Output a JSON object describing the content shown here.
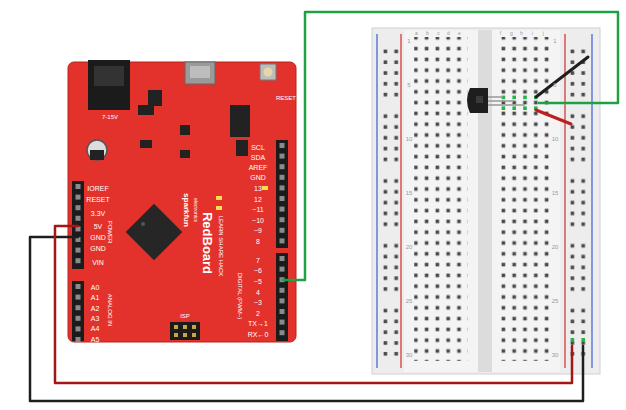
{
  "diagram": {
    "labels": [
      "7-15V",
      "RESET",
      "SCL",
      "SDA",
      "AREF",
      "GND",
      "13",
      "12",
      "~11",
      "~10",
      "~9",
      "8",
      "7",
      "~6",
      "~5",
      "4",
      "~3",
      "2",
      "TX→1",
      "RX←0",
      "IOREF",
      "RESET",
      "3.3V",
      "5V",
      "GND",
      "GND",
      "VIN",
      "POWER",
      "A0",
      "A1",
      "A2",
      "A3",
      "A4",
      "A5",
      "ANALOG IN",
      "DIGITAL (PWM~)",
      "sparkfun",
      "electronics",
      "RedBoard",
      "LEARN SHARE HACK",
      "ISP",
      "1",
      "5",
      "10",
      "15",
      "20",
      "25",
      "30",
      "1",
      "5",
      "10",
      "15",
      "20",
      "25",
      "30",
      "a",
      "b",
      "c",
      "d",
      "e",
      "f",
      "g",
      "h",
      "i",
      "j"
    ]
  }
}
